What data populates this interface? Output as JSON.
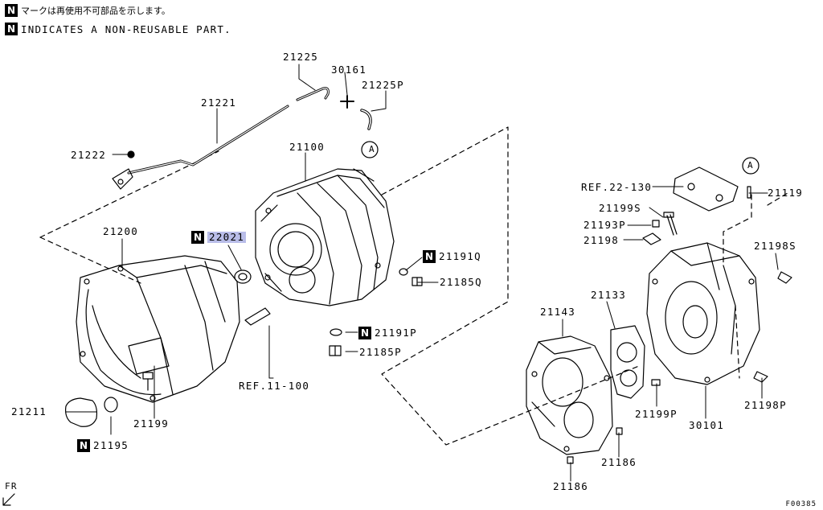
{
  "notes": {
    "non_reusable_mark": "N",
    "jp": "マークは再使用不可部品を示します。",
    "en": "INDICATES A NON-REUSABLE PART."
  },
  "labels": {
    "p21225": "21225",
    "p30161": "30161",
    "p21225P": "21225P",
    "p21221": "21221",
    "p21222": "21222",
    "p21100": "21100",
    "p21200": "21200",
    "p22021": "22021",
    "p21191Q": "21191Q",
    "p21185Q": "21185Q",
    "p21191P": "21191P",
    "p21185P": "21185P",
    "ref11": "REF.11-100",
    "p21211": "21211",
    "p21195": "21195",
    "p21199": "21199",
    "ref22": "REF.22-130",
    "p21119": "21119",
    "p21199S": "21199S",
    "p21193P": "21193P",
    "p21198": "21198",
    "p21198S": "21198S",
    "p21133": "21133",
    "p21143": "21143",
    "p21199P": "21199P",
    "p30101": "30101",
    "p21198P": "21198P",
    "p21186a": "21186",
    "p21186b": "21186",
    "circleA": "A",
    "fr": "FR",
    "code": "F00385"
  },
  "colors": {
    "highlight": "#b9bde8",
    "line": "#000000"
  }
}
